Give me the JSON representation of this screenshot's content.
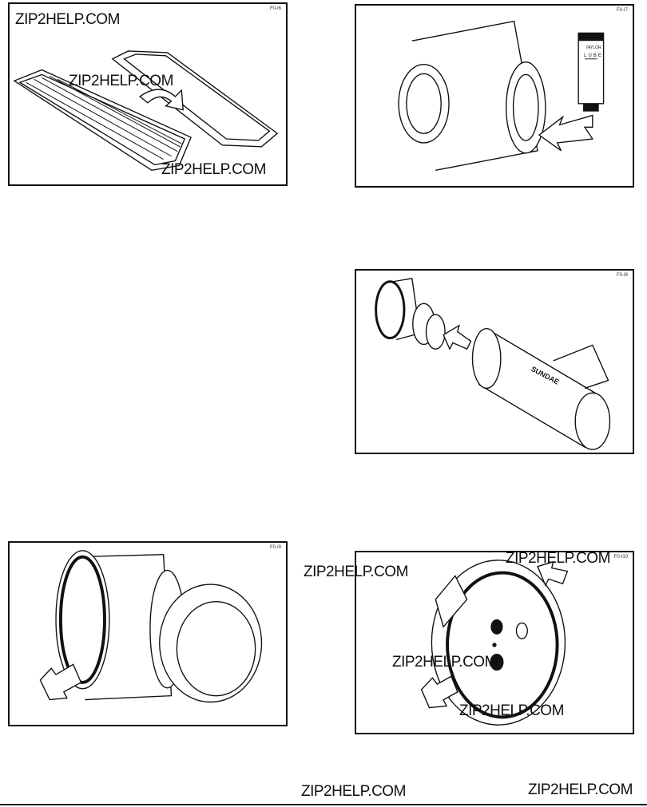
{
  "figure_codes": [
    "F0-I6",
    "F0-I7",
    "F0-I8",
    "F0-I9",
    "F0-I10"
  ],
  "tube_labels": {
    "brand": "TAYLOR",
    "product": "LUBE"
  },
  "freezing_cylinder_label": "SUNDAE",
  "watermark": "ZIP2HELP.COM"
}
